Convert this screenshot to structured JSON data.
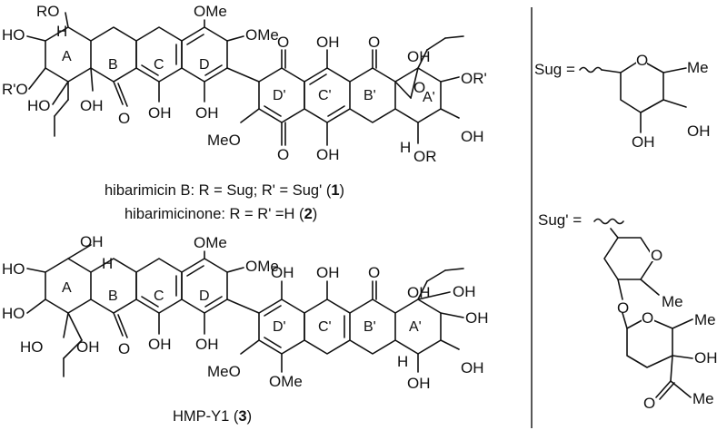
{
  "captions": {
    "c1_prefix": "hibarimicin B: R = Sug; R' = Sug' (",
    "c1_num": "1",
    "c1_suffix": ")",
    "c2_prefix": "hibarimicinone: R = R' =H (",
    "c2_num": "2",
    "c2_suffix": ")",
    "c3_prefix": "HMP-Y1 (",
    "c3_num": "3",
    "c3_suffix": ")"
  },
  "sugars": {
    "sug_label": "Sug =",
    "sug2_label": "Sug' ="
  },
  "ring_labels": {
    "A": "A",
    "B": "B",
    "C": "C",
    "D": "D",
    "Dp": "D'",
    "Cp": "C'",
    "Bp": "B'",
    "Ap": "A'"
  },
  "groups": {
    "RO": "RO",
    "ROp": "R'O",
    "OR": "OR",
    "ORp": "OR'",
    "HO": "HO",
    "OH": "OH",
    "OMe": "OMe",
    "MeO": "MeO",
    "O": "O",
    "H": "H",
    "Me": "Me"
  }
}
